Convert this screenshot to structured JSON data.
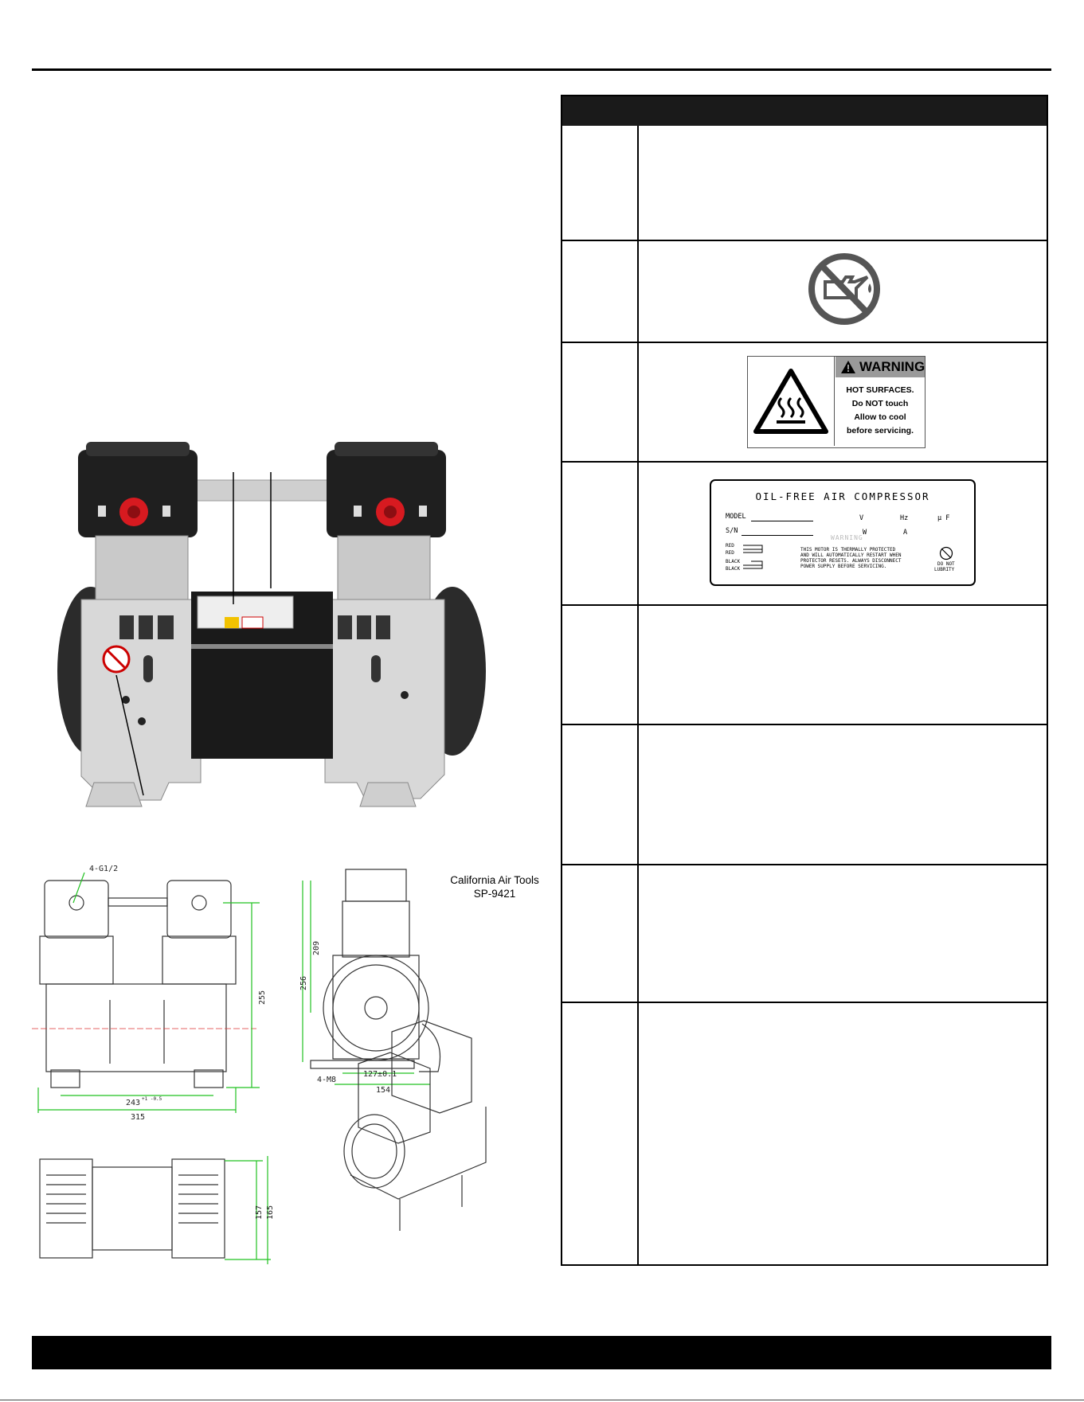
{
  "warning_label": {
    "heading": "WARNING",
    "lines": [
      "HOT SURFACES.",
      "Do NOT touch",
      "Allow to cool",
      "before servicing."
    ]
  },
  "nameplate": {
    "title": "OIL-FREE AIR COMPRESSOR",
    "model_label": "MODEL",
    "sn_label": "S/N",
    "units_row1": [
      "V",
      "Hz",
      "μ F"
    ],
    "units_row2": [
      "W",
      "A"
    ],
    "wires": [
      "RED",
      "RED",
      "BLACK",
      "BLACK"
    ],
    "warning_faint": "WARNING",
    "notice": [
      "THIS MOTOR IS THERMALLY PROTECTED",
      "AND WILL AUTOMATICALLY RESTART WHEN",
      "PROTECTOR RESETS. ALWAYS DISCONNECT",
      "POWER SUPPLY BEFORE SERVICING."
    ],
    "do_not_lubricate": [
      "DO NOT",
      "LUBRITY"
    ]
  },
  "drawing": {
    "caption_line1": "California Air Tools",
    "caption_line2": "SP-9421",
    "dims": {
      "ports": "4-G1/2",
      "height_255": "255",
      "width_243": "243",
      "tol_243": "+1 -0.5",
      "width_315": "315",
      "height_209": "209",
      "height_256": "256",
      "bolts": "4-M8",
      "base_127": "127±0.1",
      "base_154": "154",
      "depth_157": "157",
      "depth_165": "165"
    }
  }
}
